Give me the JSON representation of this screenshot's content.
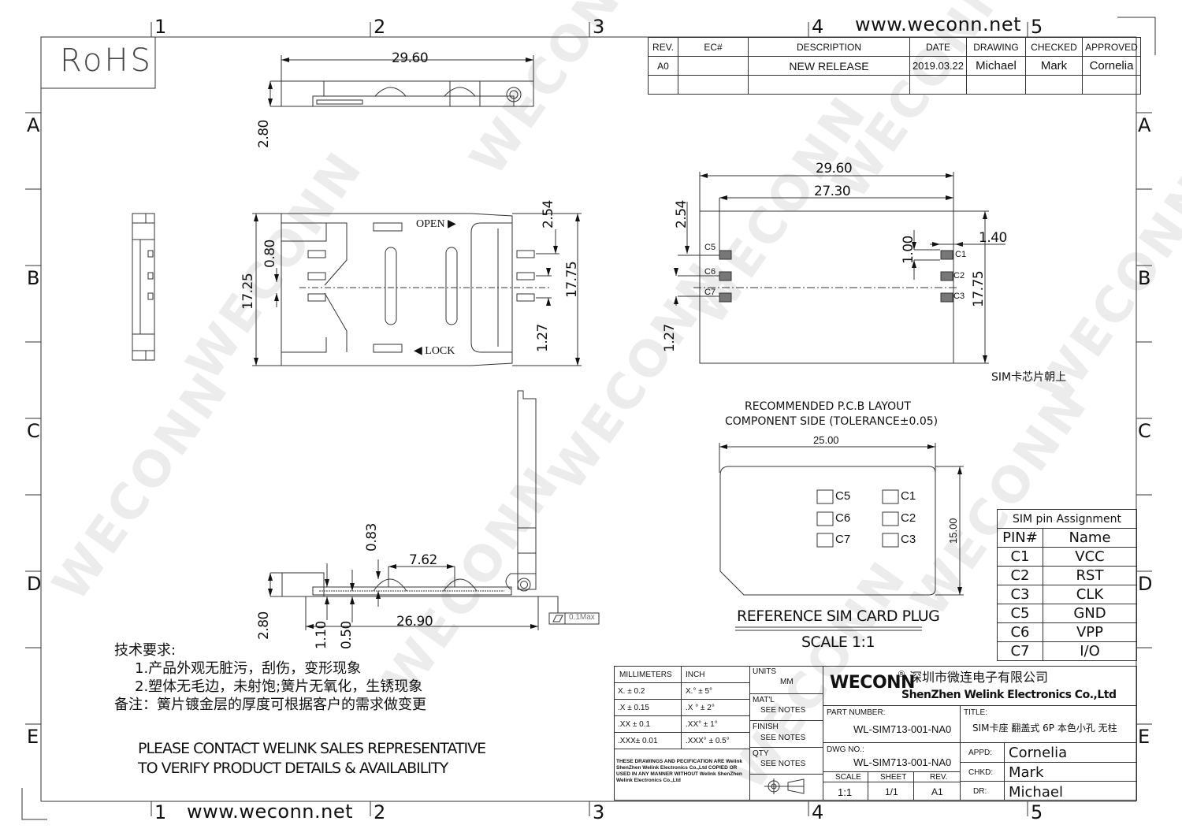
{
  "header": {
    "website": "www.weconn.net",
    "rohs": "RoHS"
  },
  "zones": {
    "columns": [
      "1",
      "2",
      "3",
      "4",
      "5"
    ],
    "rows": [
      "A",
      "B",
      "C",
      "D",
      "E"
    ]
  },
  "revision_table": {
    "headers": [
      "REV.",
      "EC#",
      "DESCRIPTION",
      "DATE",
      "DRAWING",
      "CHECKED",
      "APPROVED"
    ],
    "rows": [
      [
        "A0",
        "",
        "NEW RELEASE",
        "2019.03.22",
        "Michael",
        "Mark",
        "Cornelia"
      ],
      [
        "",
        "",
        "",
        "",
        "",
        "",
        ""
      ]
    ]
  },
  "views": {
    "top_side": {
      "width": "29.60",
      "height": "2.80"
    },
    "plan": {
      "overall_height": "17.25",
      "pitch": "0.80",
      "top_offset": "2.54",
      "pin_pitch": "1.27",
      "body_height": "17.75",
      "open_label": "OPEN ▶",
      "lock_label": "◀ LOCK"
    },
    "pad_layout": {
      "outer_width": "29.60",
      "pad_span": "27.30",
      "top_offset": "2.54",
      "pad_pitch": "1.27",
      "pad_size": "1.00",
      "edge_offset": "1.40",
      "height": "17.75",
      "pads_left": [
        "C5",
        "C6",
        "C7"
      ],
      "pads_right": [
        "C1",
        "C2",
        "C3"
      ],
      "note": "SIM卡芯片朝上"
    },
    "open_side": {
      "height": "2.80",
      "bump_height": "0.83",
      "bump_pitch": "7.62",
      "length": "26.90",
      "dim_a": "1.10",
      "dim_b": "0.50",
      "flatness": "0.1Max"
    },
    "sim_plug": {
      "title1": "RECOMMENDED P.C.B LAYOUT",
      "title2": "COMPONENT SIDE (TOLERANCE±0.05)",
      "width": "25.00",
      "height": "15.00",
      "contacts_left": [
        "C5",
        "C6",
        "C7"
      ],
      "contacts_right": [
        "C1",
        "C2",
        "C3"
      ],
      "caption": "REFERENCE SIM CARD PLUG",
      "scale": "SCALE 1:1"
    }
  },
  "pin_assignment": {
    "title": "SIM pin Assignment",
    "headers": [
      "PIN#",
      "Name"
    ],
    "rows": [
      [
        "C1",
        "VCC"
      ],
      [
        "C2",
        "RST"
      ],
      [
        "C3",
        "CLK"
      ],
      [
        "C5",
        "GND"
      ],
      [
        "C6",
        "VPP"
      ],
      [
        "C7",
        "I/O"
      ]
    ]
  },
  "notes": {
    "heading": "技术要求:",
    "items": [
      "1.产品外观无脏污，刮伤，变形现象",
      "2.塑体无毛边，未射饱;簧片无氧化，生锈现象"
    ],
    "remark": "备注：簧片镀金层的厚度可根据客户的需求做变更",
    "contact_line1": "PLEASE CONTACT WELINK SALES REPRESENTATIVE",
    "contact_line2": "TO VERIFY PRODUCT DETAILS & AVAILABILITY"
  },
  "title_block": {
    "tolerances": {
      "headers": [
        "MILLIMETERS",
        "INCH"
      ],
      "rows": [
        [
          "X.   ±  0.2",
          "X.°   ±  5°"
        ],
        [
          ".X    ± 0.15",
          ".X °  ± 2°"
        ],
        [
          ".XX  ± 0.1",
          ".XX°  ± 1°"
        ],
        [
          ".XXX±  0.01",
          ".XXX° ± 0.5°"
        ]
      ],
      "disclaimer": "THESE DRAWINGS AND PECIFICATION  ARE Welink ShenZhen Welink Electronics Co.,Ltd  COPIED OR USED IN ANY MANNER WITHOUT Welink ShenZhen Welink Electronics Co.,Ltd"
    },
    "units_label": "UNITS",
    "units_value": "MM",
    "material_label": "MAT'L",
    "material_value": "SEE NOTES",
    "finish_label": "FINISH",
    "finish_value": "SEE NOTES",
    "qty_label": "QTY",
    "qty_value": "SEE NOTES",
    "brand": "WECONN",
    "registered": "®",
    "company_cn": "深圳市微连电子有限公司",
    "company_en": "ShenZhen Welink Electronics Co.,Ltd",
    "part_number_label": "PART NUMBER:",
    "part_number": "WL-SIM713-001-NA0",
    "title_label": "TITLE:",
    "title": "SIM卡座 翻盖式 6P 本色小孔 无柱",
    "dwg_no_label": "DWG NO.:",
    "dwg_no": "WL-SIM713-001-NA0",
    "scale_label": "SCALE",
    "scale": "1:1",
    "sheet_label": "SHEET",
    "sheet": "1/1",
    "rev_label": "REV.",
    "rev": "A1",
    "appd_label": "APPD:",
    "appd": "Cornelia",
    "chkd_label": "CHKD:",
    "chkd": "Mark",
    "dr_label": "DR:",
    "dr": "Michael"
  },
  "colors": {
    "line": "#333333",
    "pad_fill": "#777777",
    "watermark": "#ececec"
  }
}
